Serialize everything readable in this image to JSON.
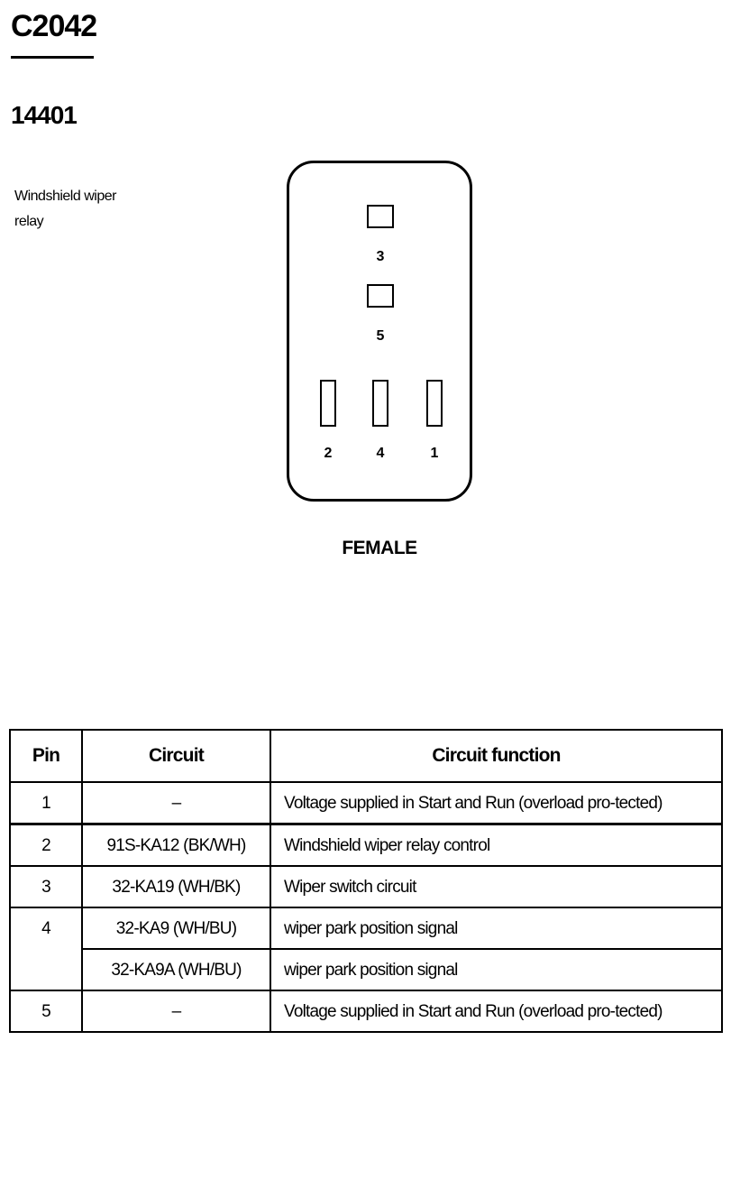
{
  "connector": {
    "id": "C2042",
    "part_number": "14401",
    "description": "Windshield wiper relay",
    "gender": "FEMALE",
    "cavity_labels": {
      "pin3": "3",
      "pin5": "5",
      "pin2": "2",
      "pin4": "4",
      "pin1": "1"
    }
  },
  "table": {
    "headers": {
      "pin": "Pin",
      "circuit": "Circuit",
      "function": "Circuit function"
    },
    "rows": [
      {
        "pin": "1",
        "circuit": "–",
        "function": "Voltage supplied in Start and Run (overload pro-tected)"
      },
      {
        "pin": "2",
        "circuit": "91S-KA12 (BK/WH)",
        "function": "Windshield wiper relay control"
      },
      {
        "pin": "3",
        "circuit": "32-KA19 (WH/BK)",
        "function": "Wiper switch circuit"
      },
      {
        "pin": "4",
        "circuit": "32-KA9 (WH/BU)",
        "function": "wiper park position signal"
      },
      {
        "pin": "",
        "circuit": "32-KA9A (WH/BU)",
        "function": "wiper park position signal"
      },
      {
        "pin": "5",
        "circuit": "–",
        "function": "Voltage supplied in Start and Run (overload pro-tected)"
      }
    ]
  }
}
